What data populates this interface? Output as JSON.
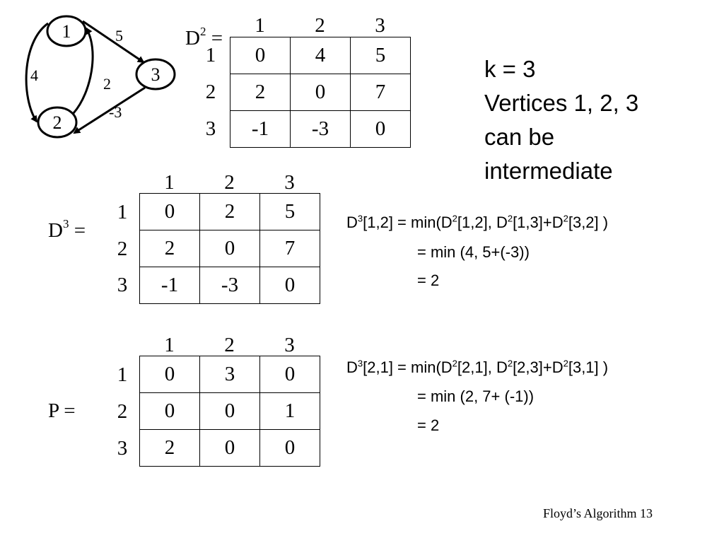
{
  "graph": {
    "nodes": [
      {
        "id": "1",
        "label": "1"
      },
      {
        "id": "2",
        "label": "2"
      },
      {
        "id": "3",
        "label": "3"
      }
    ],
    "edges": [
      {
        "from": "1",
        "to": "3",
        "weight": "5"
      },
      {
        "from": "1",
        "to": "2",
        "weight": "4"
      },
      {
        "from": "2",
        "to": "1",
        "weight": "2"
      },
      {
        "from": "3",
        "to": "2",
        "weight": "-3"
      }
    ]
  },
  "d2": {
    "label": "D",
    "sup": "2",
    "suffix": " =",
    "col_headers": [
      "1",
      "2",
      "3"
    ],
    "row_headers": [
      "1",
      "2",
      "3"
    ],
    "rows": [
      [
        "0",
        "4",
        "5"
      ],
      [
        "2",
        "0",
        "7"
      ],
      [
        "-1",
        "-3",
        "0"
      ]
    ]
  },
  "d3": {
    "label": "D",
    "sup": "3",
    "suffix": " =",
    "col_headers": [
      "1",
      "2",
      "3"
    ],
    "row_headers": [
      "1",
      "2",
      "3"
    ],
    "rows": [
      [
        "0",
        "2",
        "5"
      ],
      [
        "2",
        "0",
        "7"
      ],
      [
        "-1",
        "-3",
        "0"
      ]
    ]
  },
  "p": {
    "label": "P =",
    "col_headers": [
      "1",
      "2",
      "3"
    ],
    "row_headers": [
      "1",
      "2",
      "3"
    ],
    "rows": [
      [
        "0",
        "3",
        "0"
      ],
      [
        "0",
        "0",
        "1"
      ],
      [
        "2",
        "0",
        "0"
      ]
    ]
  },
  "k_info": {
    "line1": "k = 3",
    "line2": "Vertices 1, 2, 3",
    "line3": "can be",
    "line4": "intermediate"
  },
  "equation1": {
    "line1_html": "D<sup>3</sup>[1,2] = min(D<sup>2</sup>[1,2], D<sup>2</sup>[1,3]+D<sup>2</sup>[3,2] )",
    "line2": "= min (4, 5+(-3))",
    "line3": "= 2"
  },
  "equation2": {
    "line1_html": "D<sup>3</sup>[2,1] = min(D<sup>2</sup>[2,1], D<sup>2</sup>[2,3]+D<sup>2</sup>[3,1] )",
    "line2": "= min (2, 7+ (-1))",
    "line3": "= 2"
  },
  "footer": "Floyd’s Algorithm 13"
}
